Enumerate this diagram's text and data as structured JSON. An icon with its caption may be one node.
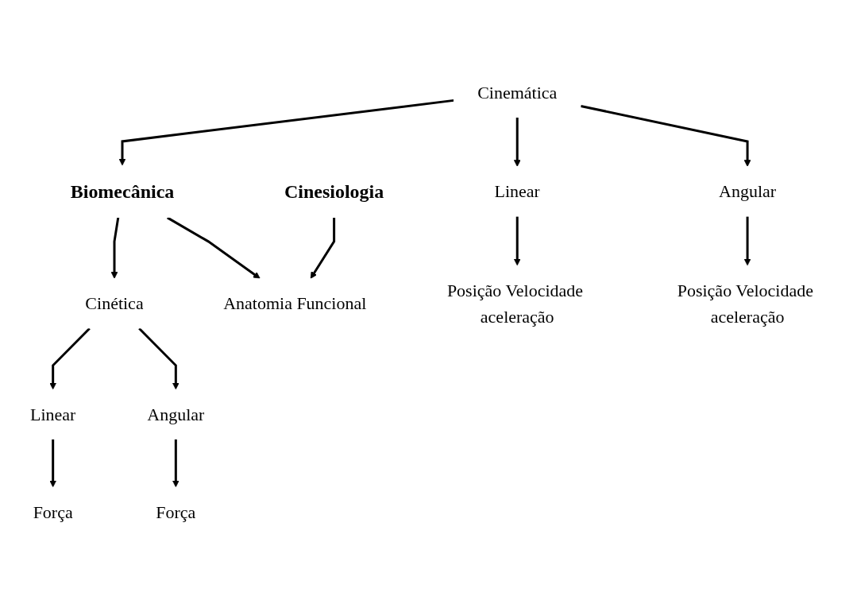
{
  "diagram": {
    "nodes": [
      {
        "text": [
          "Biomecânica"
        ]
      },
      {
        "text": [
          "Cinesiologia"
        ]
      },
      {
        "text": [
          "Cinemática"
        ]
      },
      {
        "text": [
          "Cinética"
        ]
      },
      {
        "text": [
          "Anatomia Funcional"
        ]
      },
      {
        "text": [
          "Linear"
        ]
      },
      {
        "text": [
          "Angular"
        ]
      },
      {
        "text": [
          "Linear"
        ]
      },
      {
        "text": [
          "Angular"
        ]
      },
      {
        "text": [
          "Posição Velocidade aceleração"
        ]
      },
      {
        "text": [
          "Posição Velocidade aceleração"
        ]
      },
      {
        "text": [
          "Força"
        ]
      },
      {
        "text": [
          "Força"
        ]
      }
    ],
    "edges": [
      {
        "from": 2,
        "to": 0,
        "arrow": "to"
      },
      {
        "from": 0,
        "to": 3,
        "arrow": "to"
      },
      {
        "from": 0,
        "to": 4,
        "arrow": "to"
      },
      {
        "from": 1,
        "to": 4,
        "arrow": "to"
      },
      {
        "from": 2,
        "to": 5,
        "arrow": "to"
      },
      {
        "from": 2,
        "to": 6,
        "arrow": "to"
      },
      {
        "from": 3,
        "to": 7,
        "arrow": "to"
      },
      {
        "from": 3,
        "to": 8,
        "arrow": "to"
      },
      {
        "from": 5,
        "to": 9,
        "arrow": "to"
      },
      {
        "from": 6,
        "to": 10,
        "arrow": "to"
      },
      {
        "from": 7,
        "to": 11,
        "arrow": "to"
      },
      {
        "from": 8,
        "to": 12,
        "arrow": "to"
      }
    ]
  }
}
